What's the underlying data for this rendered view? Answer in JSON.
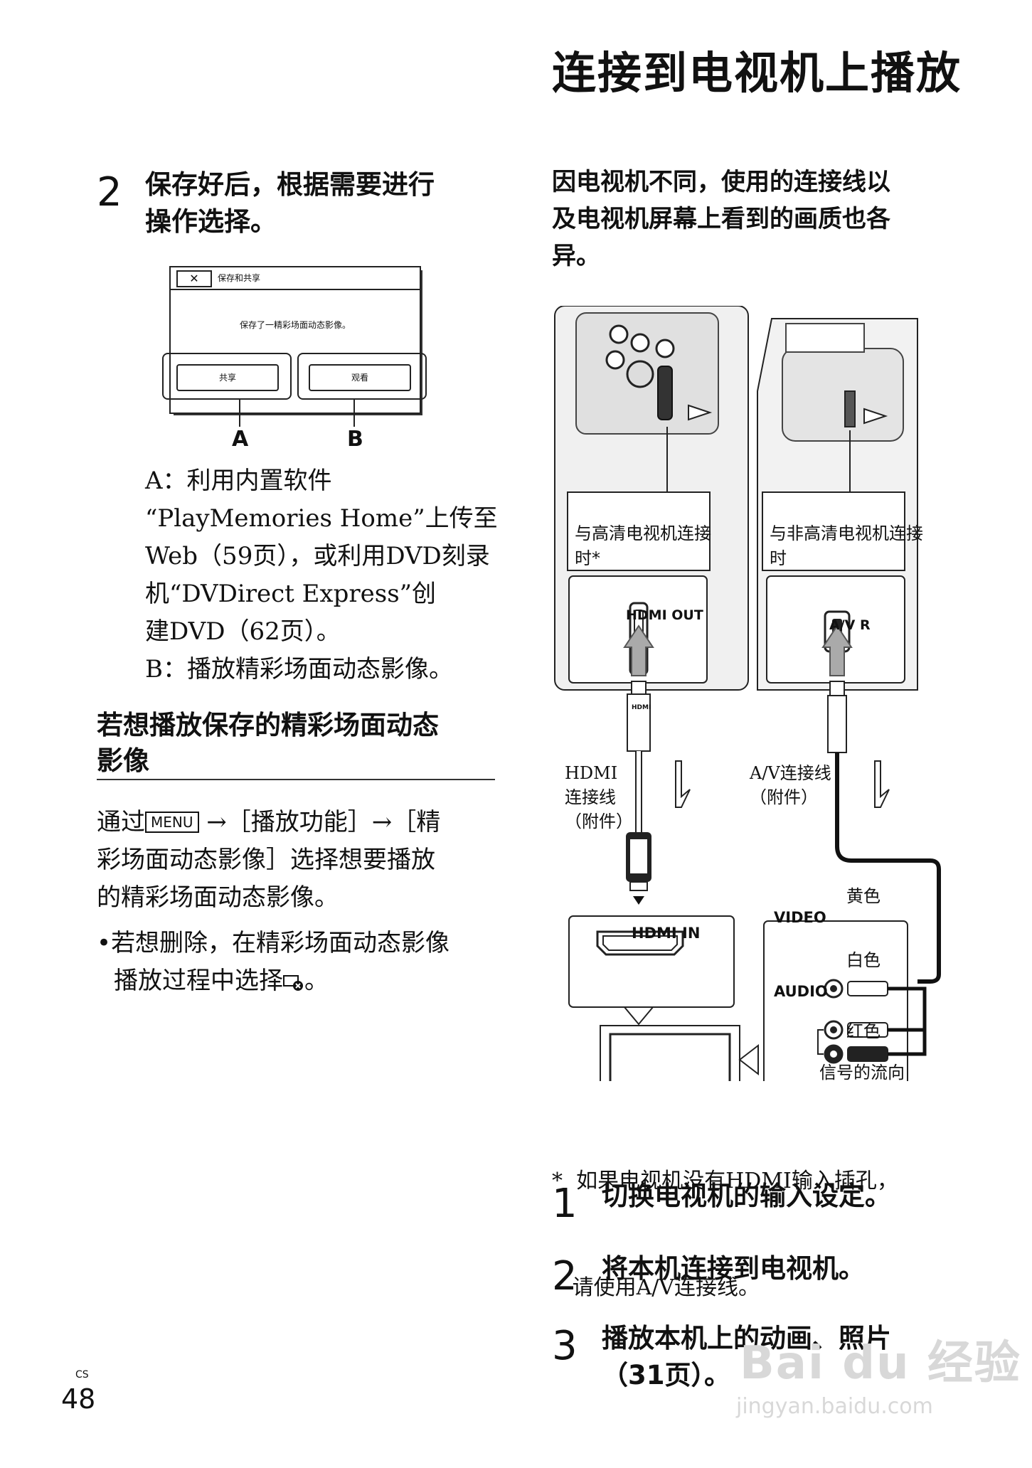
{
  "page": {
    "title": "连接到电视机上播放",
    "number": "48",
    "lang_code": "CS"
  },
  "left": {
    "step2": {
      "num": "2",
      "line1": "保存好后，根据需要进行",
      "line2": "操作选择。"
    },
    "ui_mock": {
      "close_symbol": "✕",
      "header_title": "保存和共享",
      "message": "保存了一精彩场面动态影像。",
      "button_share": "共享",
      "button_view": "观看",
      "callout_a": "A",
      "callout_b": "B"
    },
    "desc_a": [
      "A：利用内置软件",
      "“PlayMemories Home”上传至",
      "Web（59页），或利用DVD刻录",
      "机“DVDirect Express”创",
      "建DVD（62页）。"
    ],
    "desc_b": "B：播放精彩场面动态影像。",
    "section": {
      "heading_line1": "若想播放保存的精彩场面动态",
      "heading_line2": "影像",
      "para_pre": "通过",
      "menu_key": "MENU",
      "para_line1_post": " →［播放功能］→［精",
      "para_line2": "彩场面动态影像］选择想要播放",
      "para_line3": "的精彩场面动态影像。",
      "bullet_line1": "若想删除，在精彩场面动态影像",
      "bullet_line2": "播放过程中选择"
    }
  },
  "right": {
    "intro": [
      "因电视机不同，使用的连接线以",
      "及电视机屏幕上看到的画质也各",
      "异。"
    ],
    "diagram": {
      "box_hd_line1": "与高清电视机连接",
      "box_hd_line2": "时*",
      "box_nonhd_line1": "与非高清电视机连接",
      "box_nonhd_line2": "时",
      "port_hdmi_out": "HDMI OUT",
      "port_avr": "A/V R",
      "cable_hdmi": [
        "HDMI",
        "连接线",
        "（附件）"
      ],
      "cable_av": [
        "A/V连接线",
        "（附件）"
      ],
      "port_hdmi_in": "HDMI IN",
      "video": "VIDEO",
      "audio": "AUDIO",
      "yellow": "黄色",
      "white": "白色",
      "red": "红色",
      "signal_flow": "信号的流向",
      "connector_hdmi_text": "HDMI"
    },
    "footnote": [
      "*  如果电视机没有HDMI输入插孔，",
      "   请使用A/V连接线。"
    ],
    "steps": [
      {
        "num": "1",
        "line1": "切换电视机的输入设定。"
      },
      {
        "num": "2",
        "line1": "将本机连接到电视机。"
      },
      {
        "num": "3",
        "line1": "播放本机上的动画、照片",
        "line2": "（31页）。"
      }
    ]
  },
  "watermark": {
    "brand": "Bai du 经验",
    "url": "jingyan.baidu.com"
  }
}
